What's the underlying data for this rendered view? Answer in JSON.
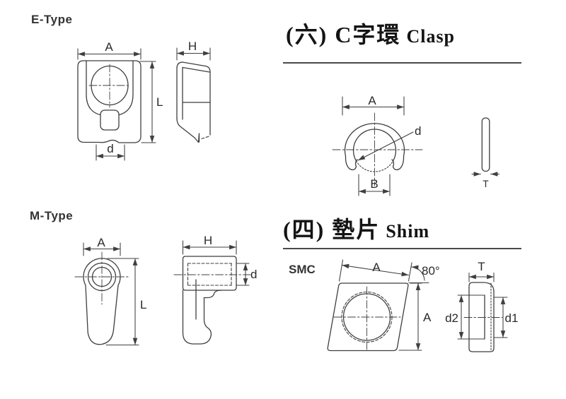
{
  "colors": {
    "background": "#ffffff",
    "line": "#3f3f3f",
    "text": "#2a2a2a",
    "title": "#141414",
    "rule": "#4a4a4a"
  },
  "etype": {
    "label": "E-Type",
    "dims": {
      "width": "A",
      "height": "H",
      "length": "L",
      "slot": "d"
    }
  },
  "mtype": {
    "label": "M-Type",
    "dims": {
      "width": "A",
      "height": "H",
      "length": "L",
      "hole": "d"
    }
  },
  "clasp": {
    "title_zh": "(六) C字環",
    "title_en": "Clasp",
    "dims": {
      "width": "A",
      "bore": "d",
      "opening": "B",
      "thickness": "T"
    }
  },
  "shim": {
    "title_zh": "(四) 墊片",
    "title_en": "Shim",
    "brand": "SMC",
    "dims": {
      "edge": "A",
      "angle": "80°",
      "height": "A",
      "thickness": "T",
      "outer": "d2",
      "inner": "d1"
    }
  }
}
